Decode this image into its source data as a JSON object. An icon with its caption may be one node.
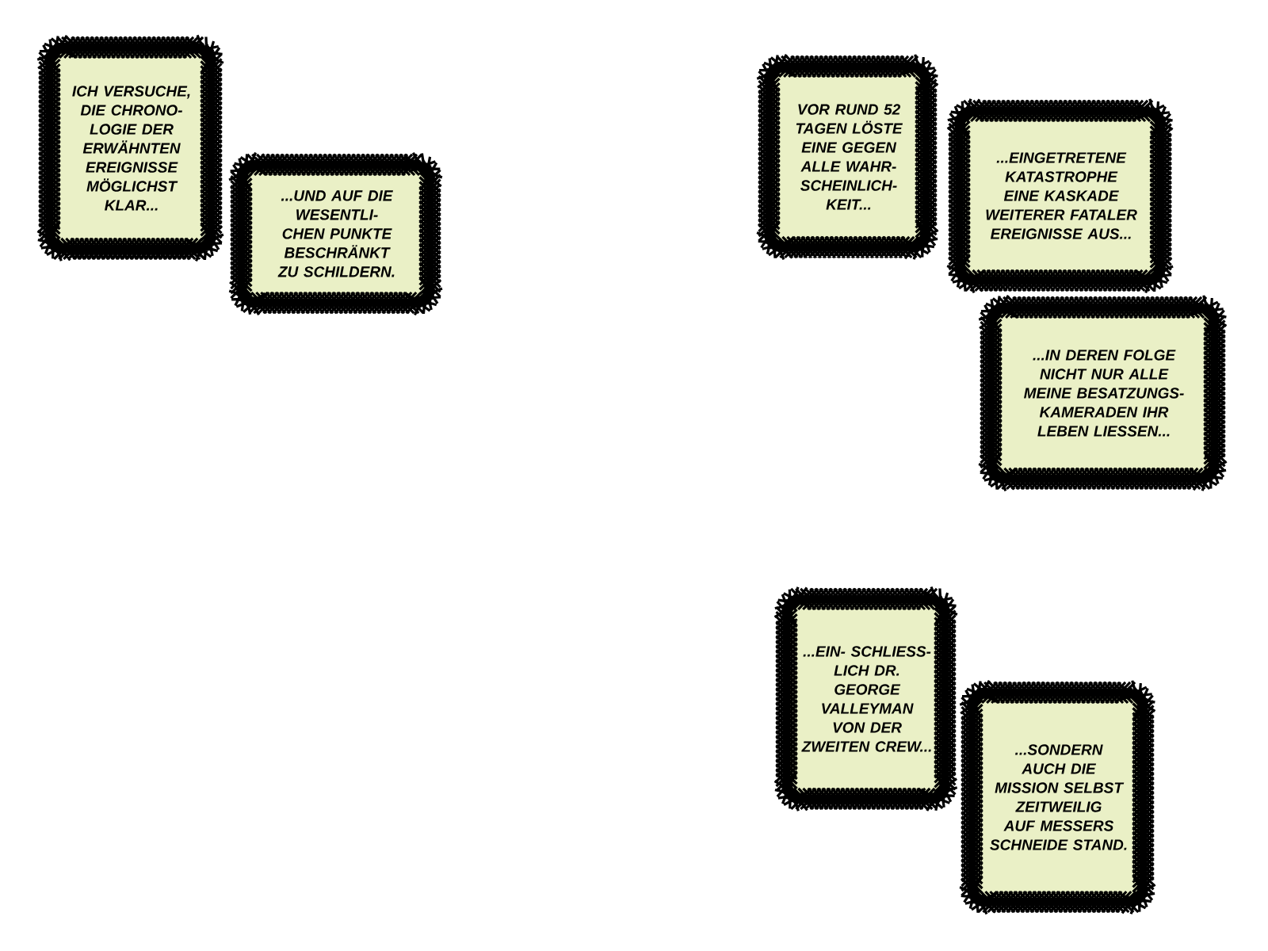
{
  "diagram": {
    "nodes": [
      {
        "text": [
          "ICH VERSUCHE, DIE CHRONO- LOGIE DER ERWÄHNTEN EREIGNISSE MÖGLICHST KLAR..."
        ]
      },
      {
        "text": [
          "...UND AUF DIE WESENTLI- CHEN PUNKTE BESCHRÄNKT ZU SCHILDERN."
        ]
      },
      {
        "text": [
          "VOR RUND 52 TAGEN LÖSTE EINE GEGEN ALLE WAHR- SCHEINLICH- KEIT..."
        ]
      },
      {
        "text": [
          "...EINGETRETENE KATASTROPHE EINE KASKADE WEITERER FATALER EREIGNISSE AUS..."
        ]
      },
      {
        "text": [
          "...IN DEREN FOLGE NICHT NUR ALLE MEINE BESATZUNGS- KAMERADEN IHR LEBEN LIESSEN..."
        ]
      },
      {
        "text": [
          "...EIN- SCHLIESS- LICH DR. GEORGE VALLEYMAN VON DER ZWEITEN CREW..."
        ]
      },
      {
        "text": [
          "...SONDERN AUCH DIE MISSION SELBST ZEITWEILIG AUF MESSERS SCHNEIDE STAND."
        ]
      }
    ]
  }
}
